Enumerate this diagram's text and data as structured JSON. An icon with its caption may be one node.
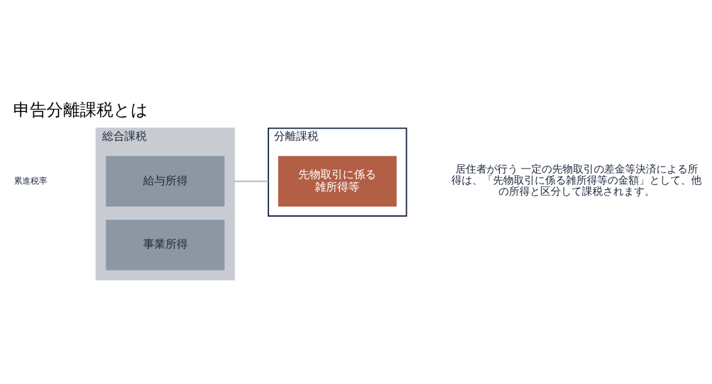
{
  "diagram": {
    "title": "申告分離課税とは",
    "nodes": [
      {
        "text": [
          "総合課税"
        ]
      },
      {
        "text": [
          "給与所得"
        ],
        "in": 0
      },
      {
        "text": [
          "事業所得"
        ],
        "in": 0
      },
      {
        "text": [
          "分離課税"
        ]
      },
      {
        "text": [
          "先物取引に係る雑所得等"
        ],
        "in": 3
      }
    ],
    "edges": [
      {
        "from": 0,
        "to": 3,
        "arrow": "none"
      }
    ],
    "labels": [
      "居住者が行う 一定の先物取引の差金等決済による所得は、「先物取引に係る雑所得等の金額」として、他の所得と区分して課税されます。",
      "累進税率"
    ]
  }
}
